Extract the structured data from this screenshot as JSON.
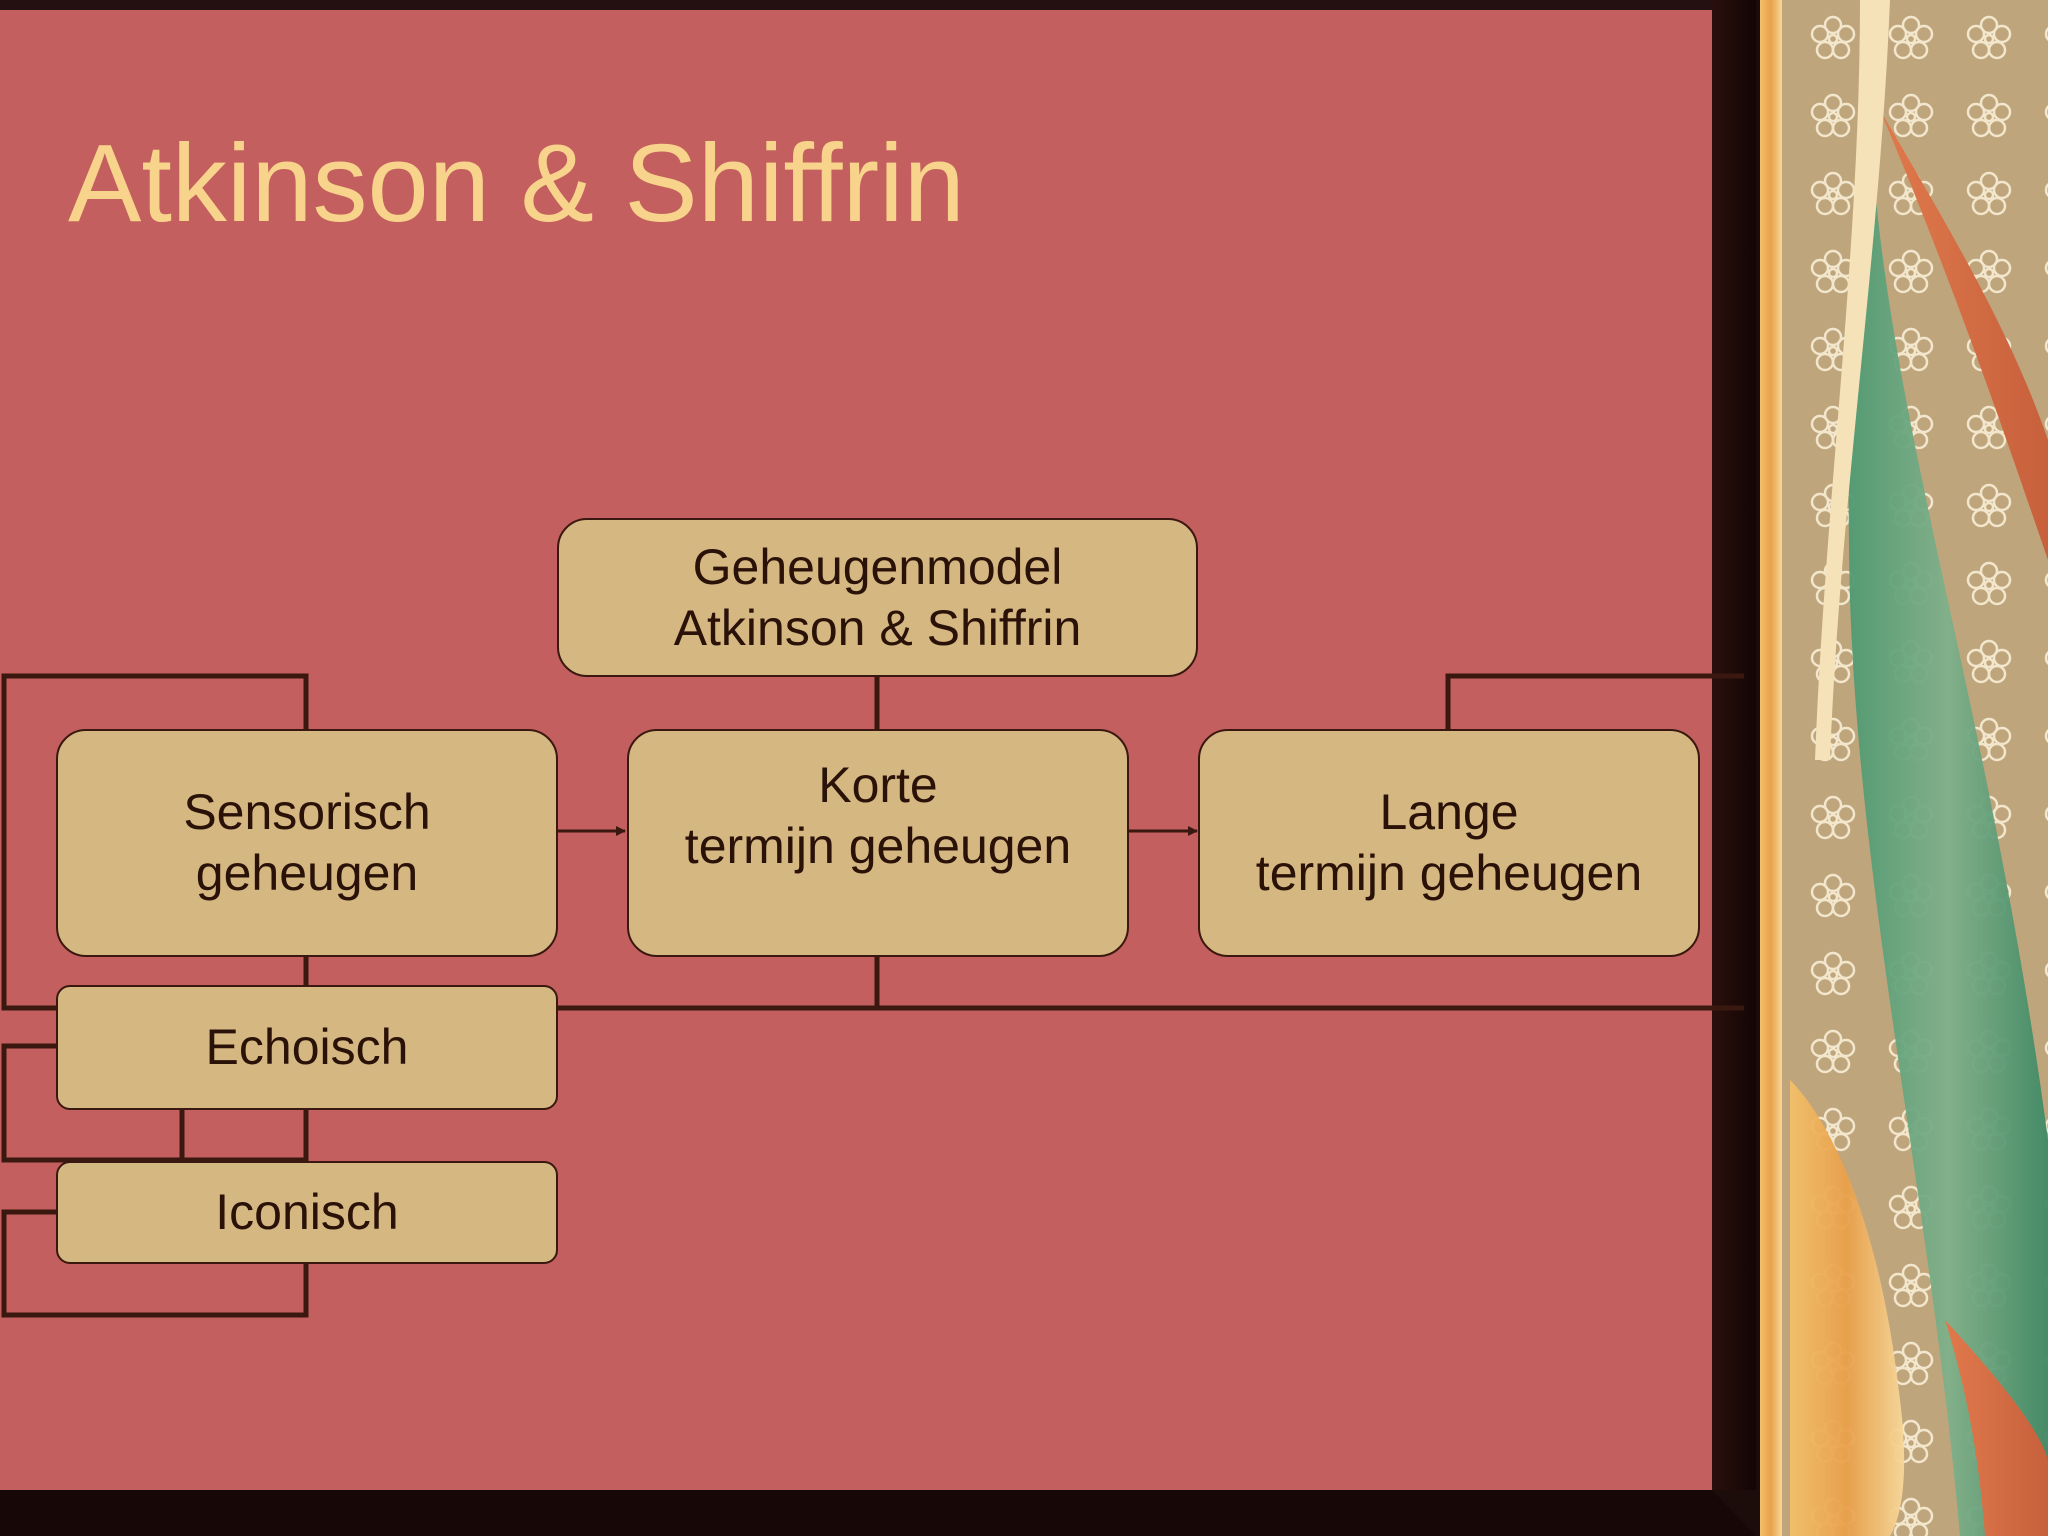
{
  "slide": {
    "title": "Atkinson & Shiffrin",
    "colors": {
      "background": "#c35f5e",
      "title": "#f7d38b",
      "box_fill": "#d5b782",
      "box_border": "#3a1810",
      "connector": "#3a1810",
      "text": "#2a1208"
    }
  },
  "diagram": {
    "root": {
      "lines": [
        "Geheugenmodel",
        "Atkinson & Shiffrin"
      ]
    },
    "stages": [
      {
        "id": "sensorisch",
        "lines": [
          "Sensorisch",
          "geheugen"
        ]
      },
      {
        "id": "korte",
        "lines": [
          "Korte",
          "termijn geheugen"
        ]
      },
      {
        "id": "lange",
        "lines": [
          "Lange",
          "termijn geheugen"
        ]
      }
    ],
    "sub_stages": [
      {
        "id": "echoisch",
        "label": "Echoisch"
      },
      {
        "id": "iconisch",
        "label": "Iconisch"
      }
    ],
    "edges": [
      {
        "from": "sensorisch",
        "to": "korte"
      },
      {
        "from": "korte",
        "to": "lange"
      }
    ]
  }
}
